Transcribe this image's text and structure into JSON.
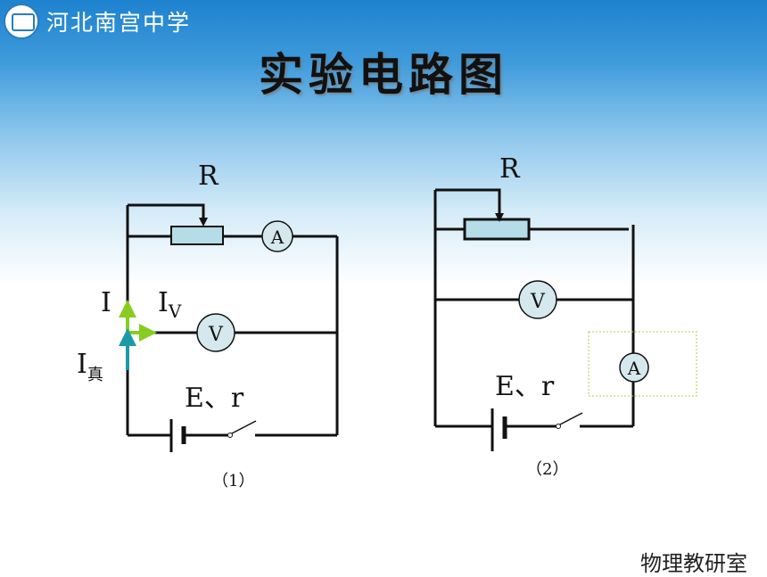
{
  "header": {
    "school_name": "河北南宫中学",
    "title": "实验电路图",
    "footer": "物理教研室"
  },
  "circuit1": {
    "resistor_label": "R",
    "ammeter": "A",
    "voltmeter": "V",
    "current_I": "I",
    "current_V_main": "I",
    "current_V_sub": "V",
    "current_true_main": "I",
    "current_true_sub": "真",
    "source": "E、r",
    "caption": "（1）"
  },
  "circuit2": {
    "resistor_label": "R",
    "ammeter": "A",
    "voltmeter": "V",
    "source": "E、r",
    "caption": "（2）"
  },
  "colors": {
    "wire": "#111111",
    "meter_fill": "#d4e8ee",
    "resistor_fill": "#b5dde8",
    "arrow_green": "#88cc22",
    "arrow_teal": "#1c9aa8",
    "selection_box": "#b8c840"
  }
}
